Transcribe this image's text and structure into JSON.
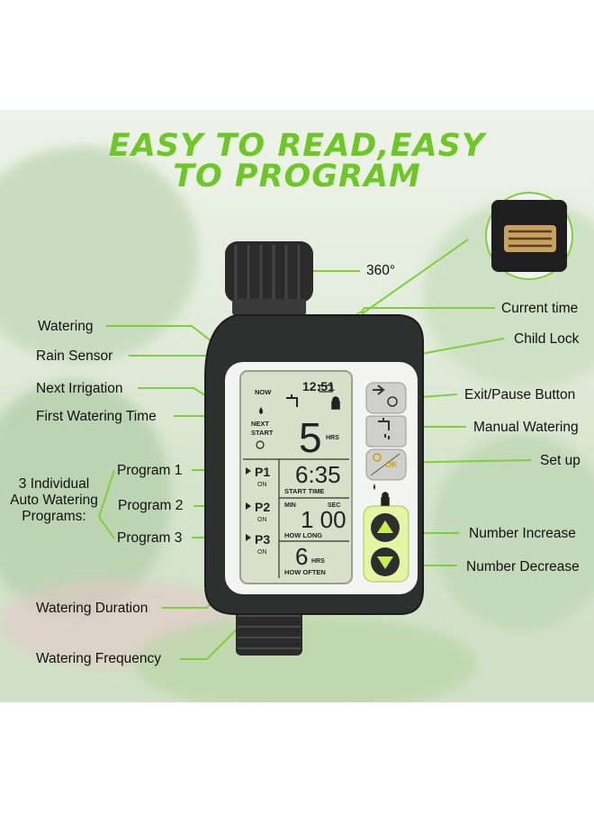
{
  "title_line1": "EASY TO READ,EASY",
  "title_line2": "TO PROGRAM",
  "labels": {
    "rotation": "360°",
    "current_time": "Current time",
    "child_lock": "Child Lock",
    "exit_pause": "Exit/Pause Button",
    "manual_watering": "Manual Watering",
    "set_up": "Set up",
    "number_increase": "Number Increase",
    "number_decrease": "Number Decrease",
    "watering": "Watering",
    "rain_sensor": "Rain Sensor",
    "next_irrigation": "Next Irrigation",
    "first_watering_time": "First Watering Time",
    "programs_group_l1": "3 Individual",
    "programs_group_l2": "Auto Watering",
    "programs_group_l3": "Programs:",
    "program_1": "Program 1",
    "program_2": "Program 2",
    "program_3": "Program 3",
    "watering_duration": "Watering Duration",
    "watering_frequency": "Watering Frequency"
  },
  "lcd": {
    "clock": "12:51",
    "now": "NOW",
    "next": "NEXT",
    "start": "START",
    "hours_value": "5",
    "hrs": "HRS",
    "p1": "P1",
    "p2": "P2",
    "p3": "P3",
    "on": "ON",
    "start_time_value": "6:35",
    "start_time": "START TIME",
    "min": "MIN",
    "sec": "SEC",
    "duration_value": "1 00",
    "how_long": "HOW LONG",
    "frequency_value": "6",
    "hrs2": "HRS",
    "how_often": "HOW OFTEN"
  },
  "buttons": {
    "ok": "OK"
  },
  "colors": {
    "accent": "#6fc629",
    "line": "#7ed03a",
    "lcd": "#d9dfc9",
    "body": "#2a2c2b"
  }
}
